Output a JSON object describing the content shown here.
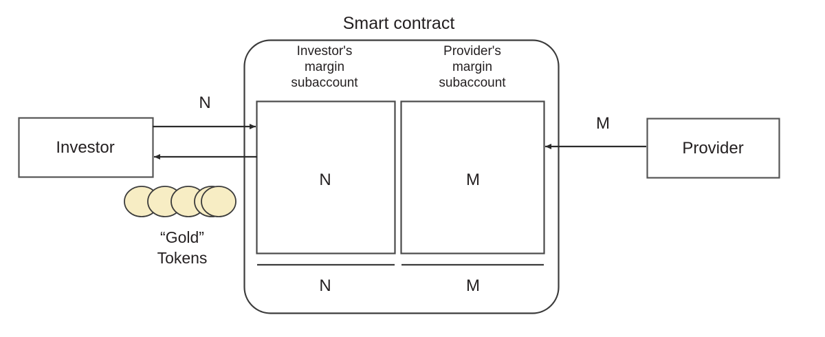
{
  "diagram": {
    "title": "Smart contract",
    "background_color": "#ffffff",
    "line_color": "#3b3b3b",
    "text_color": "#231f20",
    "token_fill": "#f7edc4",
    "token_stroke": "#3b3b3b",
    "parties": {
      "investor": {
        "label": "Investor",
        "flow_label": "N"
      },
      "provider": {
        "label": "Provider",
        "flow_label": "M"
      }
    },
    "subaccounts": [
      {
        "heading": "Investor's\nmargin\nsubaccount",
        "value": "N",
        "total": "N"
      },
      {
        "heading": "Provider's\nmargin\nsubaccount",
        "value": "M",
        "total": "M"
      }
    ],
    "tokens": {
      "caption": "“Gold”\nTokens",
      "count": 5
    }
  }
}
